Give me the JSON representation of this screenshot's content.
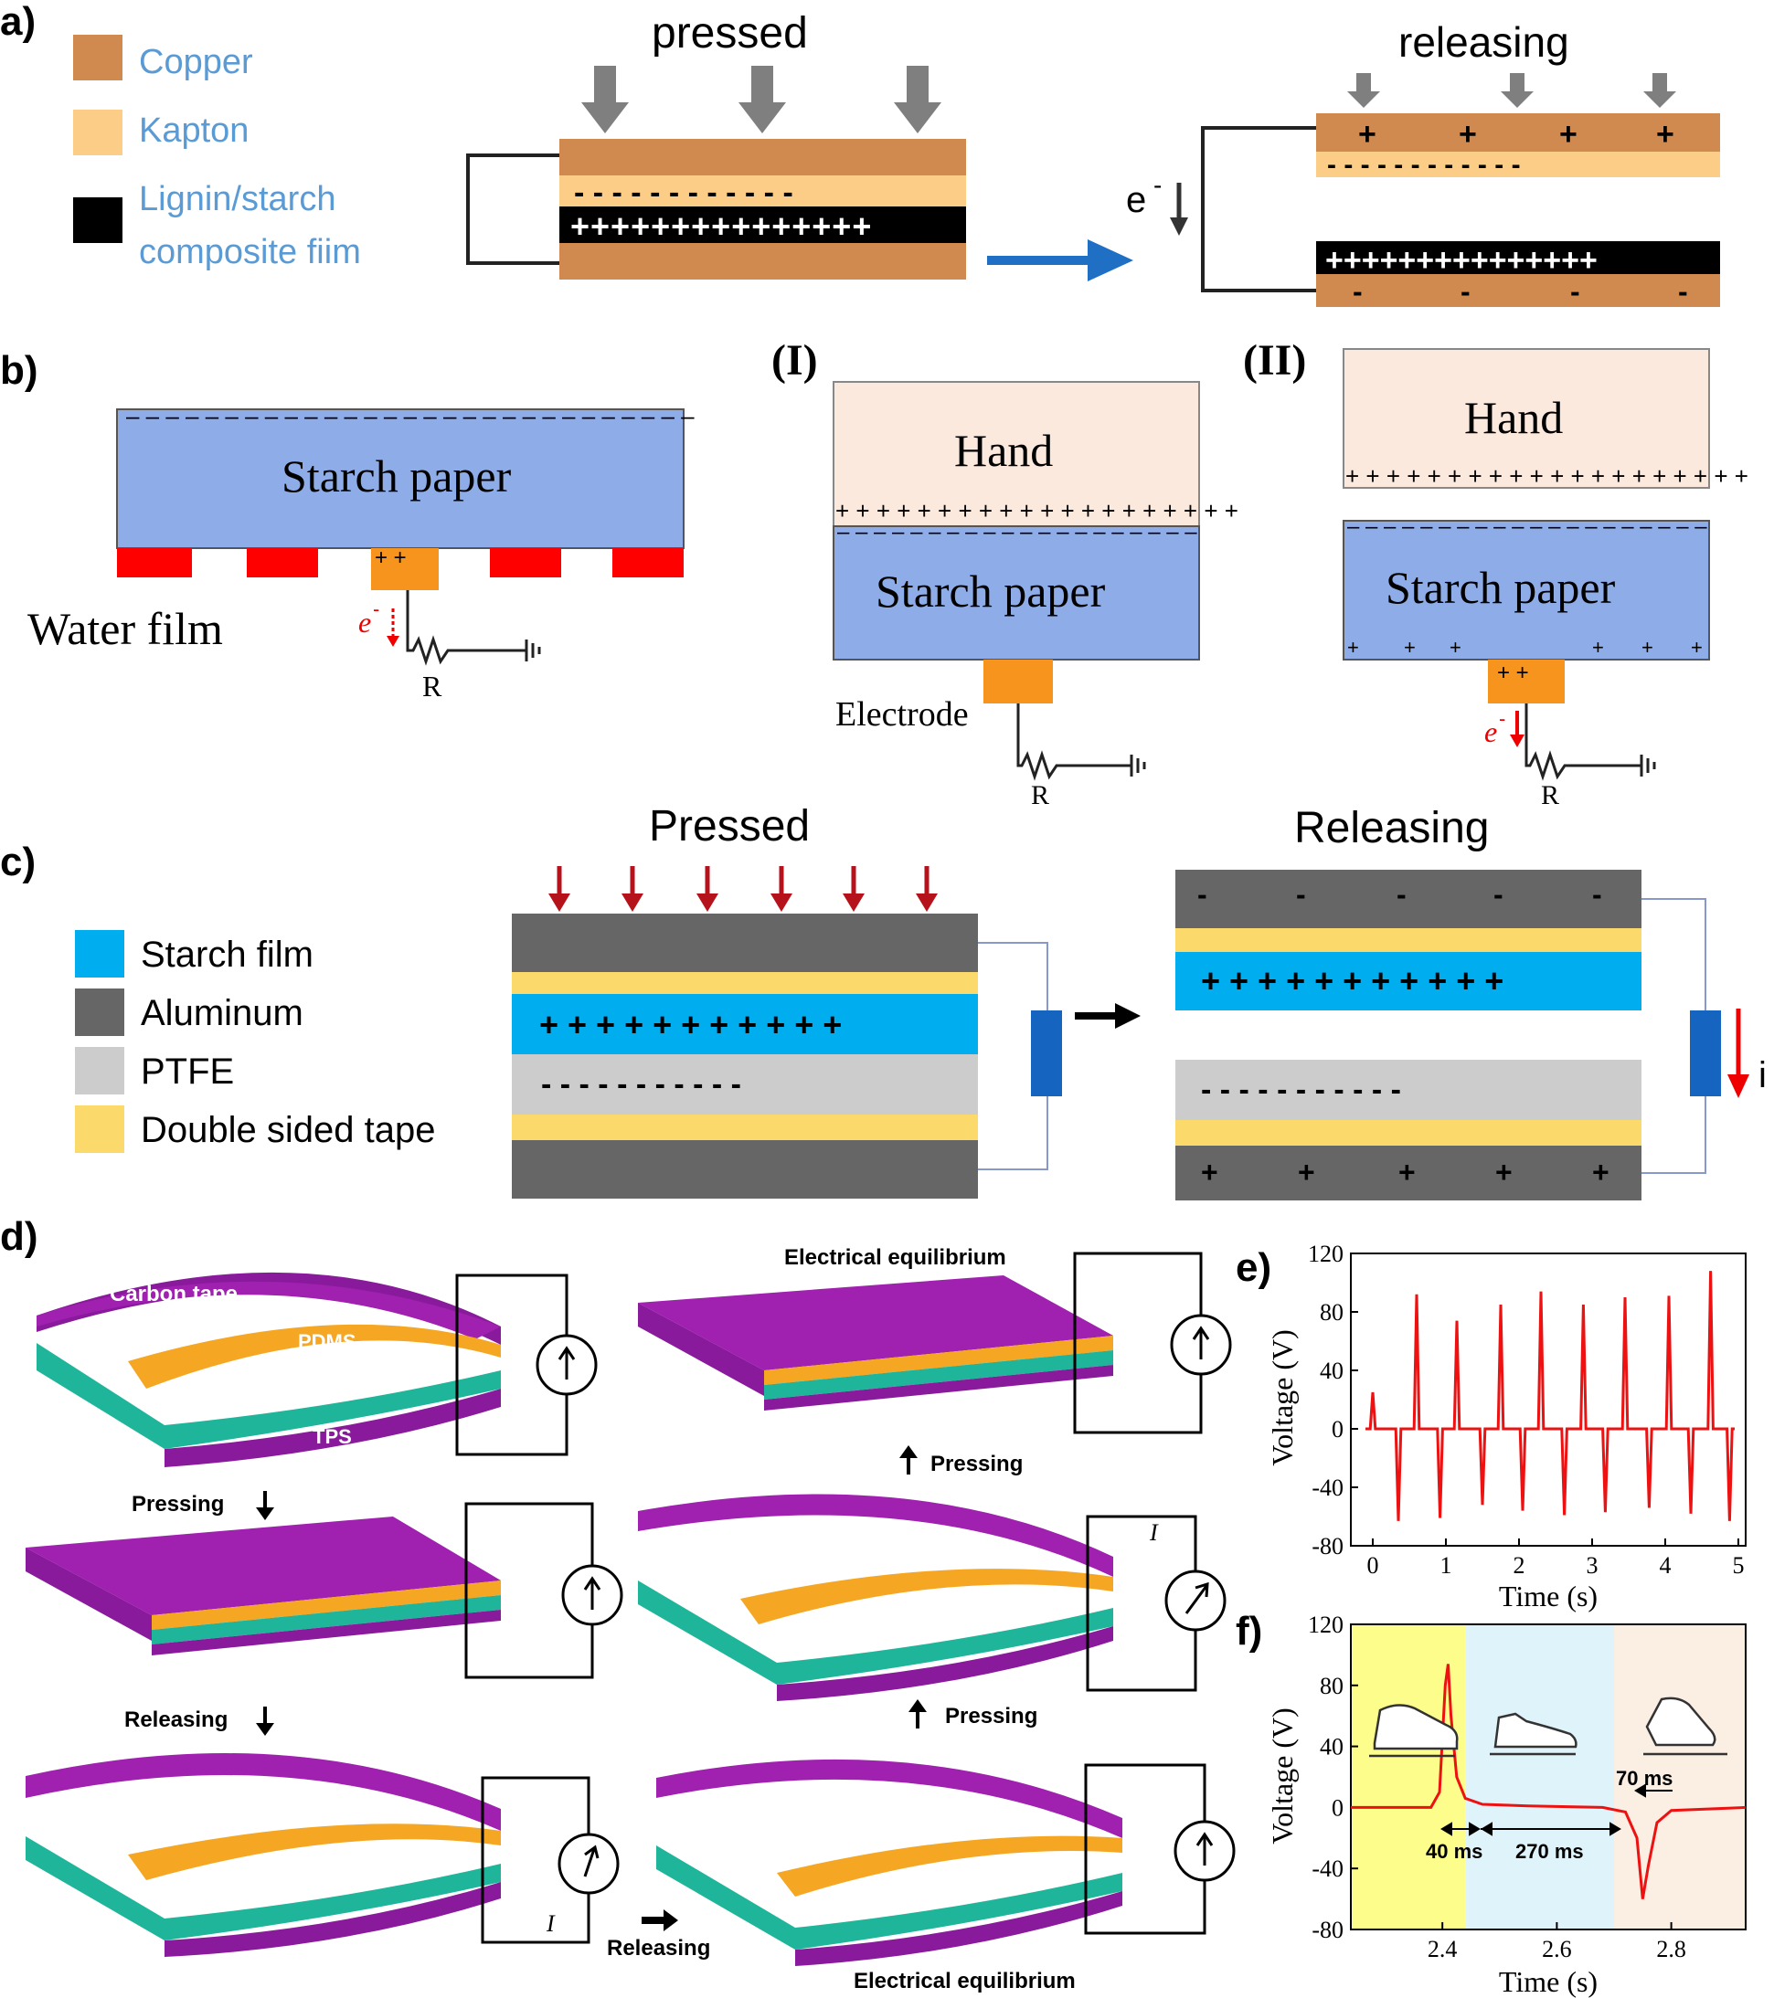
{
  "colors": {
    "copper": "#d08a50",
    "kapton": "#fbcd86",
    "lignin": "#000000",
    "starch_paper": "#8eade8",
    "hand": "#fce9dd",
    "electrode": "#f7941d",
    "water": "#ff0000",
    "starch_film": "#00aeef",
    "aluminum": "#666666",
    "ptfe": "#cccccc",
    "tape": "#fcd96b",
    "resistor": "#1565c0",
    "purple": "#a020b0",
    "pdms": "#f5a623",
    "tps": "#1fb59a",
    "plot_line": "#ee1111",
    "legend_text": "#5b9bd5",
    "band_yellow": "#fdfd8c",
    "band_blue": "#dff3fb",
    "band_peach": "#fbeee2"
  },
  "panel_a": {
    "label": "a)",
    "legend": [
      {
        "name": "Copper",
        "color_key": "copper"
      },
      {
        "name": "Kapton",
        "color_key": "kapton"
      },
      {
        "name": "Lignin/starch",
        "line2": "composite fiim",
        "color_key": "lignin"
      }
    ],
    "pressed_title": "pressed",
    "releasing_title": "releasing",
    "electron": "e",
    "electron_sup": "-",
    "plus_row": "+++++++++++++++",
    "minus_row": "- - - - - - - - - - - -"
  },
  "panel_b": {
    "label": "b)",
    "starch_paper": "Starch paper",
    "water_film": "Water film",
    "resistor": "R",
    "hand": "Hand",
    "electrode": "Electrode",
    "state_1": "(I)",
    "state_2": "(II)",
    "electron": "e",
    "electron_sup": "-"
  },
  "panel_c": {
    "label": "c)",
    "legend": [
      {
        "name": "Starch film",
        "color_key": "starch_film"
      },
      {
        "name": "Aluminum",
        "color_key": "aluminum"
      },
      {
        "name": "PTFE",
        "color_key": "ptfe"
      },
      {
        "name": "Double sided tape",
        "color_key": "tape"
      }
    ],
    "pressed_title": "Pressed",
    "releasing_title": "Releasing",
    "current": "i"
  },
  "panel_d": {
    "label": "d)",
    "carbon_tape": "Carbon tape",
    "pdms": "PDMS",
    "tps": "TPS",
    "pressing": "Pressing",
    "releasing": "Releasing",
    "equilibrium": "Electrical equilibrium",
    "current": "I"
  },
  "panel_e": {
    "label": "e)",
    "ylabel": "Voltage (V)",
    "xlabel": "Time (s)"
  },
  "panel_f": {
    "label": "f)",
    "ylabel": "Voltage (V)",
    "xlabel": "Time (s)",
    "ann_40": "40 ms",
    "ann_270": "270 ms",
    "ann_70": "70 ms"
  },
  "chart_data": [
    {
      "type": "line",
      "xlabel": "Time (s)",
      "ylabel": "Voltage (V)",
      "xlim": [
        -0.3,
        5.1
      ],
      "ylim": [
        -80,
        120
      ],
      "xticks": [
        0,
        1,
        2,
        3,
        4,
        5
      ],
      "yticks": [
        -80,
        -40,
        0,
        40,
        80,
        120
      ],
      "series": [
        {
          "peaks": [
            {
              "t": 0.0,
              "v": 25
            },
            {
              "t": 0.6,
              "v": 92
            },
            {
              "t": 1.15,
              "v": 74
            },
            {
              "t": 1.75,
              "v": 85
            },
            {
              "t": 2.3,
              "v": 94
            },
            {
              "t": 2.88,
              "v": 85
            },
            {
              "t": 3.45,
              "v": 90
            },
            {
              "t": 4.05,
              "v": 91
            },
            {
              "t": 4.62,
              "v": 108
            }
          ],
          "troughs": [
            {
              "t": 0.35,
              "v": -63
            },
            {
              "t": 0.92,
              "v": -61
            },
            {
              "t": 1.5,
              "v": -52
            },
            {
              "t": 2.05,
              "v": -56
            },
            {
              "t": 2.62,
              "v": -59
            },
            {
              "t": 3.18,
              "v": -57
            },
            {
              "t": 3.78,
              "v": -54
            },
            {
              "t": 4.35,
              "v": -58
            },
            {
              "t": 4.88,
              "v": -63
            }
          ]
        }
      ]
    },
    {
      "type": "line",
      "xlabel": "Time (s)",
      "ylabel": "Voltage (V)",
      "xlim": [
        2.24,
        2.93
      ],
      "ylim": [
        -80,
        120
      ],
      "xticks": [
        2.4,
        2.6,
        2.8
      ],
      "yticks": [
        -80,
        -40,
        0,
        40,
        80,
        120
      ],
      "bands": [
        {
          "from": 2.24,
          "to": 2.44,
          "color_key": "band_yellow"
        },
        {
          "from": 2.44,
          "to": 2.7,
          "color_key": "band_blue"
        },
        {
          "from": 2.7,
          "to": 2.93,
          "color_key": "band_peach"
        }
      ],
      "series": [
        {
          "points": [
            [
              2.24,
              0
            ],
            [
              2.38,
              0
            ],
            [
              2.395,
              10
            ],
            [
              2.405,
              80
            ],
            [
              2.41,
              94
            ],
            [
              2.415,
              60
            ],
            [
              2.425,
              20
            ],
            [
              2.44,
              6
            ],
            [
              2.47,
              2
            ],
            [
              2.55,
              1
            ],
            [
              2.68,
              0
            ],
            [
              2.72,
              -3
            ],
            [
              2.74,
              -20
            ],
            [
              2.75,
              -60
            ],
            [
              2.76,
              -38
            ],
            [
              2.775,
              -10
            ],
            [
              2.8,
              -2
            ],
            [
              2.93,
              0
            ]
          ]
        }
      ]
    }
  ]
}
